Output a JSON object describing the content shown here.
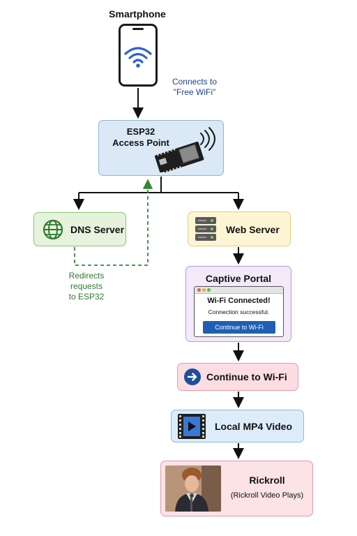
{
  "smartphone": {
    "label": "Smartphone",
    "icon": "wifi-icon"
  },
  "connect_note": {
    "line1": "Connects to",
    "line2": "\"Free WiFi\""
  },
  "esp32": {
    "line1": "ESP32",
    "line2": "Access Point",
    "icon": "esp32-board-icon"
  },
  "dns_server": {
    "label": "DNS Server",
    "icon": "globe-icon"
  },
  "web_server": {
    "label": "Web Server",
    "icon": "server-rack-icon"
  },
  "redirect_note": {
    "line1": "Redirects",
    "line2": "requests",
    "line3": "to ESP32"
  },
  "captive_portal": {
    "title": "Captive Portal",
    "heading": "Wi-Fi Connected!",
    "message": "Connection successful.",
    "button": "Continue to Wi-Fi"
  },
  "continue_step": {
    "label": "Continue to Wi-Fi",
    "icon": "arrow-right-circle-icon"
  },
  "video_step": {
    "label": "Local MP4 Video",
    "icon": "video-play-icon"
  },
  "rickroll": {
    "title": "Rickroll",
    "subtitle": "(Rickroll Video Plays)"
  },
  "colors": {
    "arrow": "#111111",
    "dashed_green": "#2f8a2f",
    "note_blue": "#1f3f8a"
  }
}
